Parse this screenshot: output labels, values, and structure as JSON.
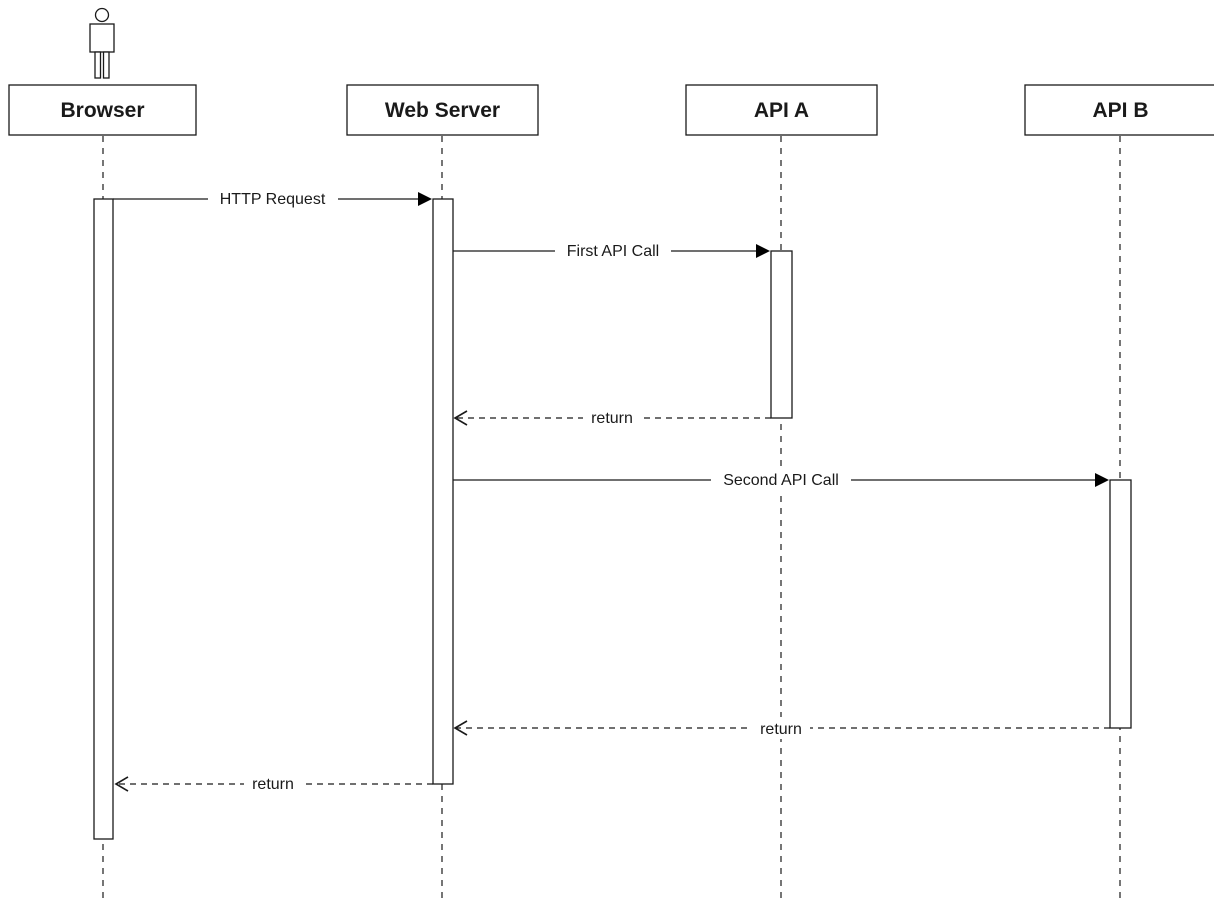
{
  "participants": [
    {
      "id": "browser",
      "label": "Browser",
      "has_actor": true
    },
    {
      "id": "webserver",
      "label": "Web Server",
      "has_actor": false
    },
    {
      "id": "apia",
      "label": "API A",
      "has_actor": false
    },
    {
      "id": "apib",
      "label": "API B",
      "has_actor": false
    }
  ],
  "messages": [
    {
      "id": "http-request",
      "from": "browser",
      "to": "webserver",
      "label": "HTTP Request",
      "style": "solid"
    },
    {
      "id": "first-api-call",
      "from": "webserver",
      "to": "apia",
      "label": "First API Call",
      "style": "solid"
    },
    {
      "id": "return-api-a",
      "from": "apia",
      "to": "webserver",
      "label": "return",
      "style": "dashed"
    },
    {
      "id": "second-api-call",
      "from": "webserver",
      "to": "apib",
      "label": "Second API Call",
      "style": "solid"
    },
    {
      "id": "return-api-b",
      "from": "apib",
      "to": "webserver",
      "label": "return",
      "style": "dashed"
    },
    {
      "id": "return-browser",
      "from": "webserver",
      "to": "browser",
      "label": "return",
      "style": "dashed"
    }
  ],
  "colors": {
    "line": "#1a1a1a",
    "background": "#ffffff"
  }
}
